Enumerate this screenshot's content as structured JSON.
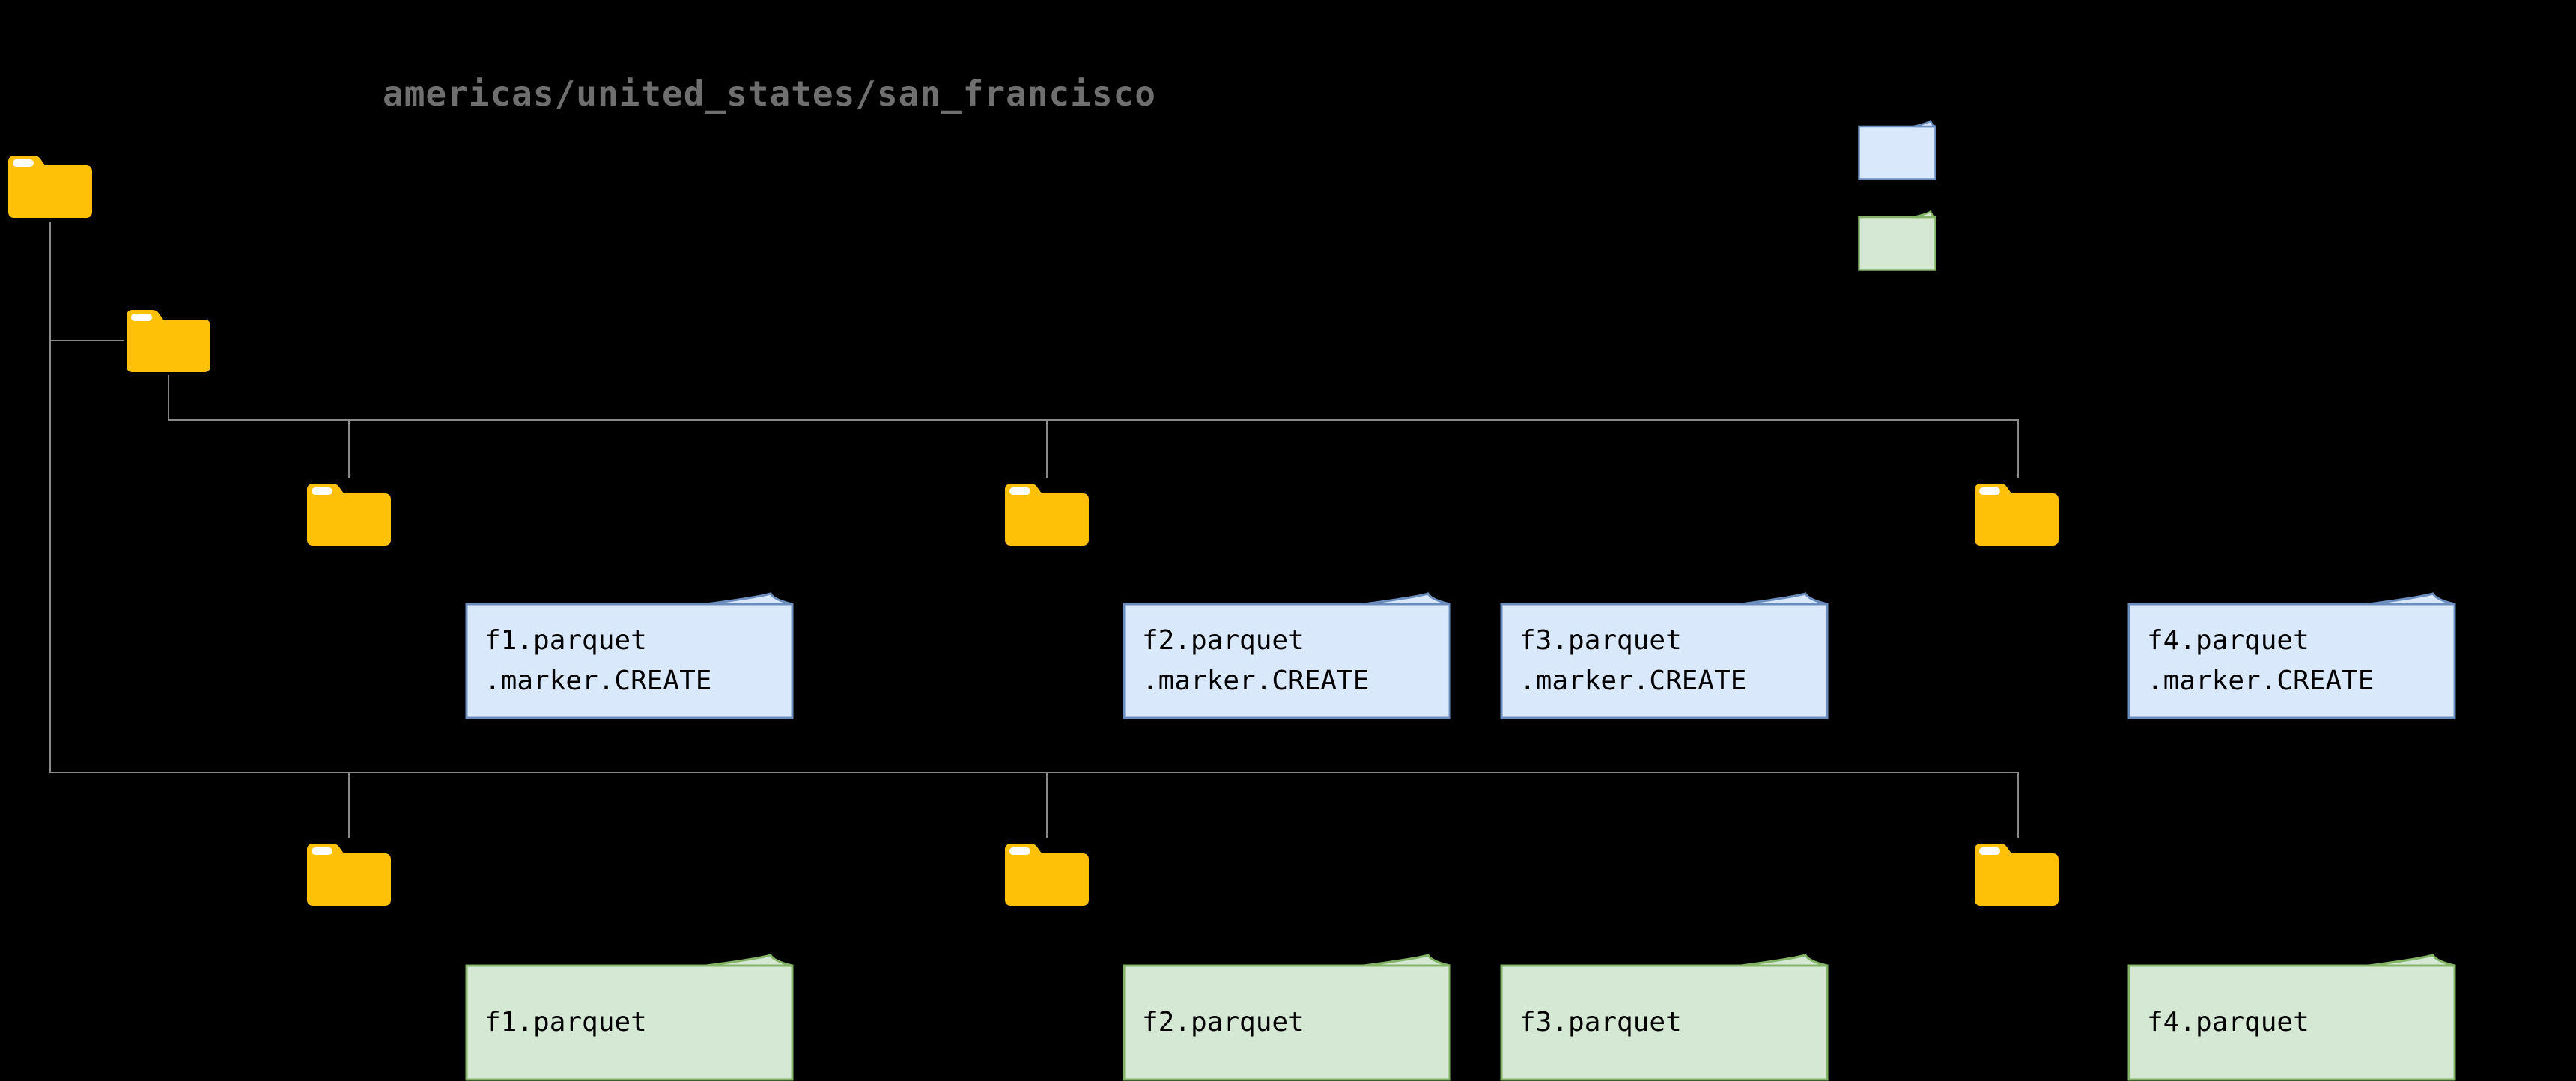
{
  "title": "americas/united_states/san_francisco",
  "colors": {
    "background": "#000000",
    "title_text": "#6f6f6f",
    "connector": "#8a8a8a",
    "folder_fill": "#ffc107",
    "folder_tab_stripe": "#ffffff",
    "marker_note_fill": "#dae8fc",
    "marker_note_border": "#6c8ebf",
    "data_note_fill": "#d5e8d4",
    "data_note_border": "#82b366",
    "note_text": "#000000"
  },
  "legend": {
    "items": [
      {
        "icon": "blue-note-icon",
        "fill": "#dae8fc",
        "border": "#6c8ebf"
      },
      {
        "icon": "green-note-icon",
        "fill": "#d5e8d4",
        "border": "#82b366"
      }
    ]
  },
  "marker_files": [
    {
      "name": "f1.parquet",
      "suffix": ".marker.CREATE"
    },
    {
      "name": "f2.parquet",
      "suffix": ".marker.CREATE"
    },
    {
      "name": "f3.parquet",
      "suffix": ".marker.CREATE"
    },
    {
      "name": "f4.parquet",
      "suffix": ".marker.CREATE"
    }
  ],
  "data_files": [
    {
      "name": "f1.parquet"
    },
    {
      "name": "f2.parquet"
    },
    {
      "name": "f3.parquet"
    },
    {
      "name": "f4.parquet"
    }
  ]
}
